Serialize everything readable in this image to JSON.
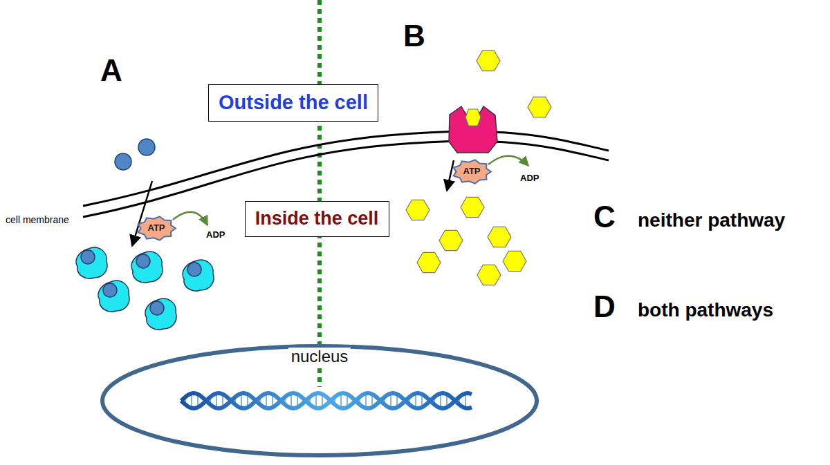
{
  "diagram": {
    "nodes": [
      {
        "text": [
          "Outside the cell"
        ]
      },
      {
        "text": [
          "ATP"
        ]
      },
      {
        "text": [
          "Inside the cell"
        ]
      },
      {
        "text": [
          "ATP"
        ]
      },
      {
        "text": [
          "nucleus"
        ]
      }
    ],
    "labels": [
      "A",
      "B",
      "cell membrane",
      "ADP",
      "ADP",
      "C",
      "neither pathway",
      "D",
      "both pathways"
    ]
  }
}
